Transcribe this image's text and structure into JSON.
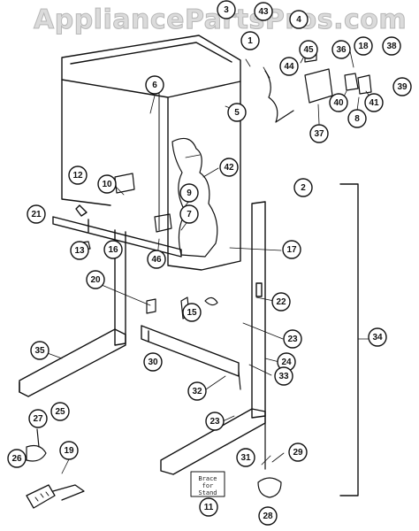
{
  "header": {
    "watermark": "AppliancePartsPros.com"
  },
  "brace_label": "Brace\nfor\nStand",
  "callouts": [
    "1",
    "2",
    "3",
    "4",
    "5",
    "6",
    "7",
    "8",
    "9",
    "10",
    "11",
    "12",
    "13",
    "15",
    "16",
    "17",
    "18",
    "19",
    "20",
    "21",
    "22",
    "23",
    "23",
    "24",
    "25",
    "26",
    "27",
    "28",
    "29",
    "30",
    "31",
    "32",
    "33",
    "34",
    "35",
    "36",
    "37",
    "38",
    "39",
    "40",
    "41",
    "42",
    "43",
    "44",
    "45",
    "46"
  ],
  "colors": {
    "ink": "#111111",
    "watermark": "#bebebe"
  }
}
